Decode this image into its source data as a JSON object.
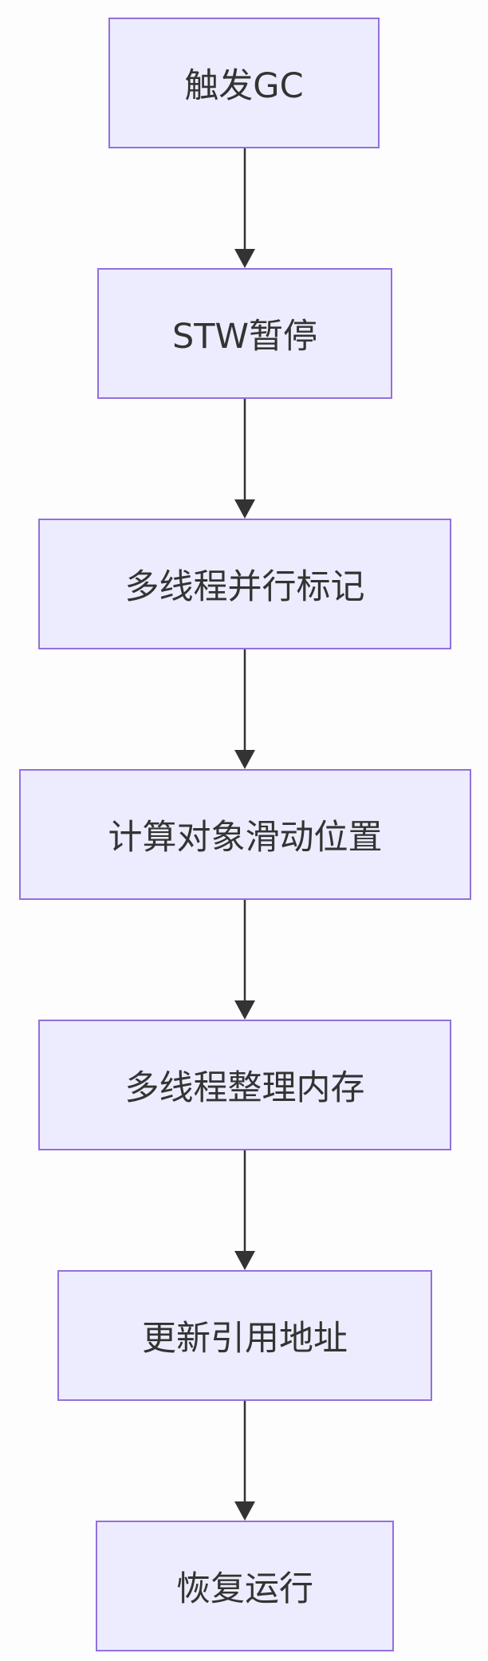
{
  "flow": {
    "steps": [
      {
        "id": "trigger-gc",
        "label": "触发GC"
      },
      {
        "id": "stw-pause",
        "label": "STW暂停"
      },
      {
        "id": "parallel-mark",
        "label": "多线程并行标记"
      },
      {
        "id": "compute-slide",
        "label": "计算对象滑动位置"
      },
      {
        "id": "compact-memory",
        "label": "多线程整理内存"
      },
      {
        "id": "update-refs",
        "label": "更新引用地址"
      },
      {
        "id": "resume",
        "label": "恢复运行"
      }
    ],
    "edges": [
      {
        "from": "trigger-gc",
        "to": "stw-pause"
      },
      {
        "from": "stw-pause",
        "to": "parallel-mark"
      },
      {
        "from": "parallel-mark",
        "to": "compute-slide"
      },
      {
        "from": "compute-slide",
        "to": "compact-memory"
      },
      {
        "from": "compact-memory",
        "to": "update-refs"
      },
      {
        "from": "update-refs",
        "to": "resume"
      }
    ]
  },
  "colors": {
    "node_fill": "#ececfe",
    "node_border": "#9370db",
    "edge": "#333333",
    "text": "#333333",
    "background": "#fdfdfd"
  }
}
